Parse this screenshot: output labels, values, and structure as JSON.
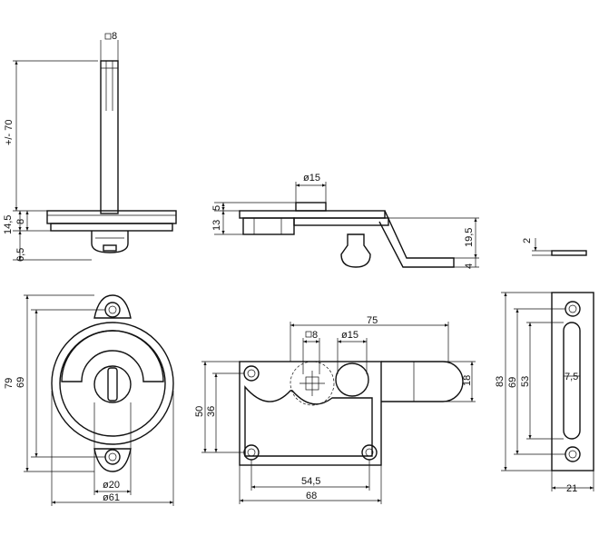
{
  "drawing": {
    "colors": {
      "line": "#111111",
      "background": "#ffffff"
    },
    "spindle_view": {
      "spindle_width": "8",
      "total_length": "+/- 70",
      "plate_thickness": "8",
      "overall_base": "14,5",
      "knob_height": "6,5"
    },
    "bolt_side_view": {
      "knob_diameter": "ø15",
      "top_height": "5",
      "body_height": "13",
      "bolt_offset": "19,5",
      "bolt_thickness": "4"
    },
    "keeper_edge_view": {
      "thickness": "2"
    },
    "rosette_front_view": {
      "height_outer": "79",
      "height_holes": "69",
      "inner_diameter": "ø20",
      "outer_diameter": "ø61"
    },
    "lock_front_view": {
      "total_length": "75",
      "spindle_square": "8",
      "knob_diameter": "ø15",
      "bolt_height": "18",
      "height": "50",
      "hole_spacing_vertical": "36",
      "hole_spacing_horizontal": "54,5",
      "width": "68"
    },
    "keeper_front_view": {
      "height": "83",
      "hole_spacing": "69",
      "slot_length": "53",
      "slot_width": "7,5",
      "width": "21"
    }
  }
}
